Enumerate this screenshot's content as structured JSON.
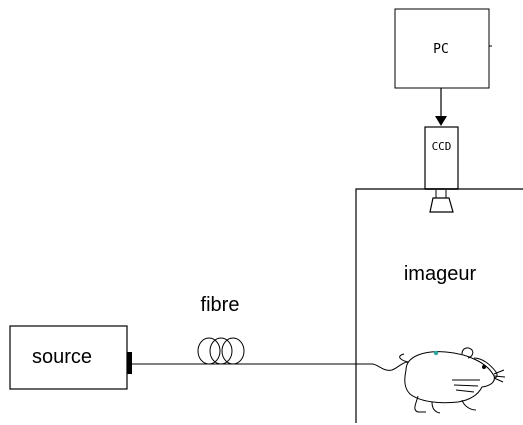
{
  "labels": {
    "pc": "PC",
    "ccd": "CCD",
    "imager": "imageur",
    "fiber": "fibre",
    "source": "source"
  },
  "colors": {
    "stroke": "#000000",
    "box_fill": "#ffffff",
    "mouse_marker": "#2aa7a0"
  },
  "icons": {
    "mouse": "mouse-icon",
    "fiber_coil": "fiber-coil-icon",
    "camera_lens": "lens-icon"
  }
}
